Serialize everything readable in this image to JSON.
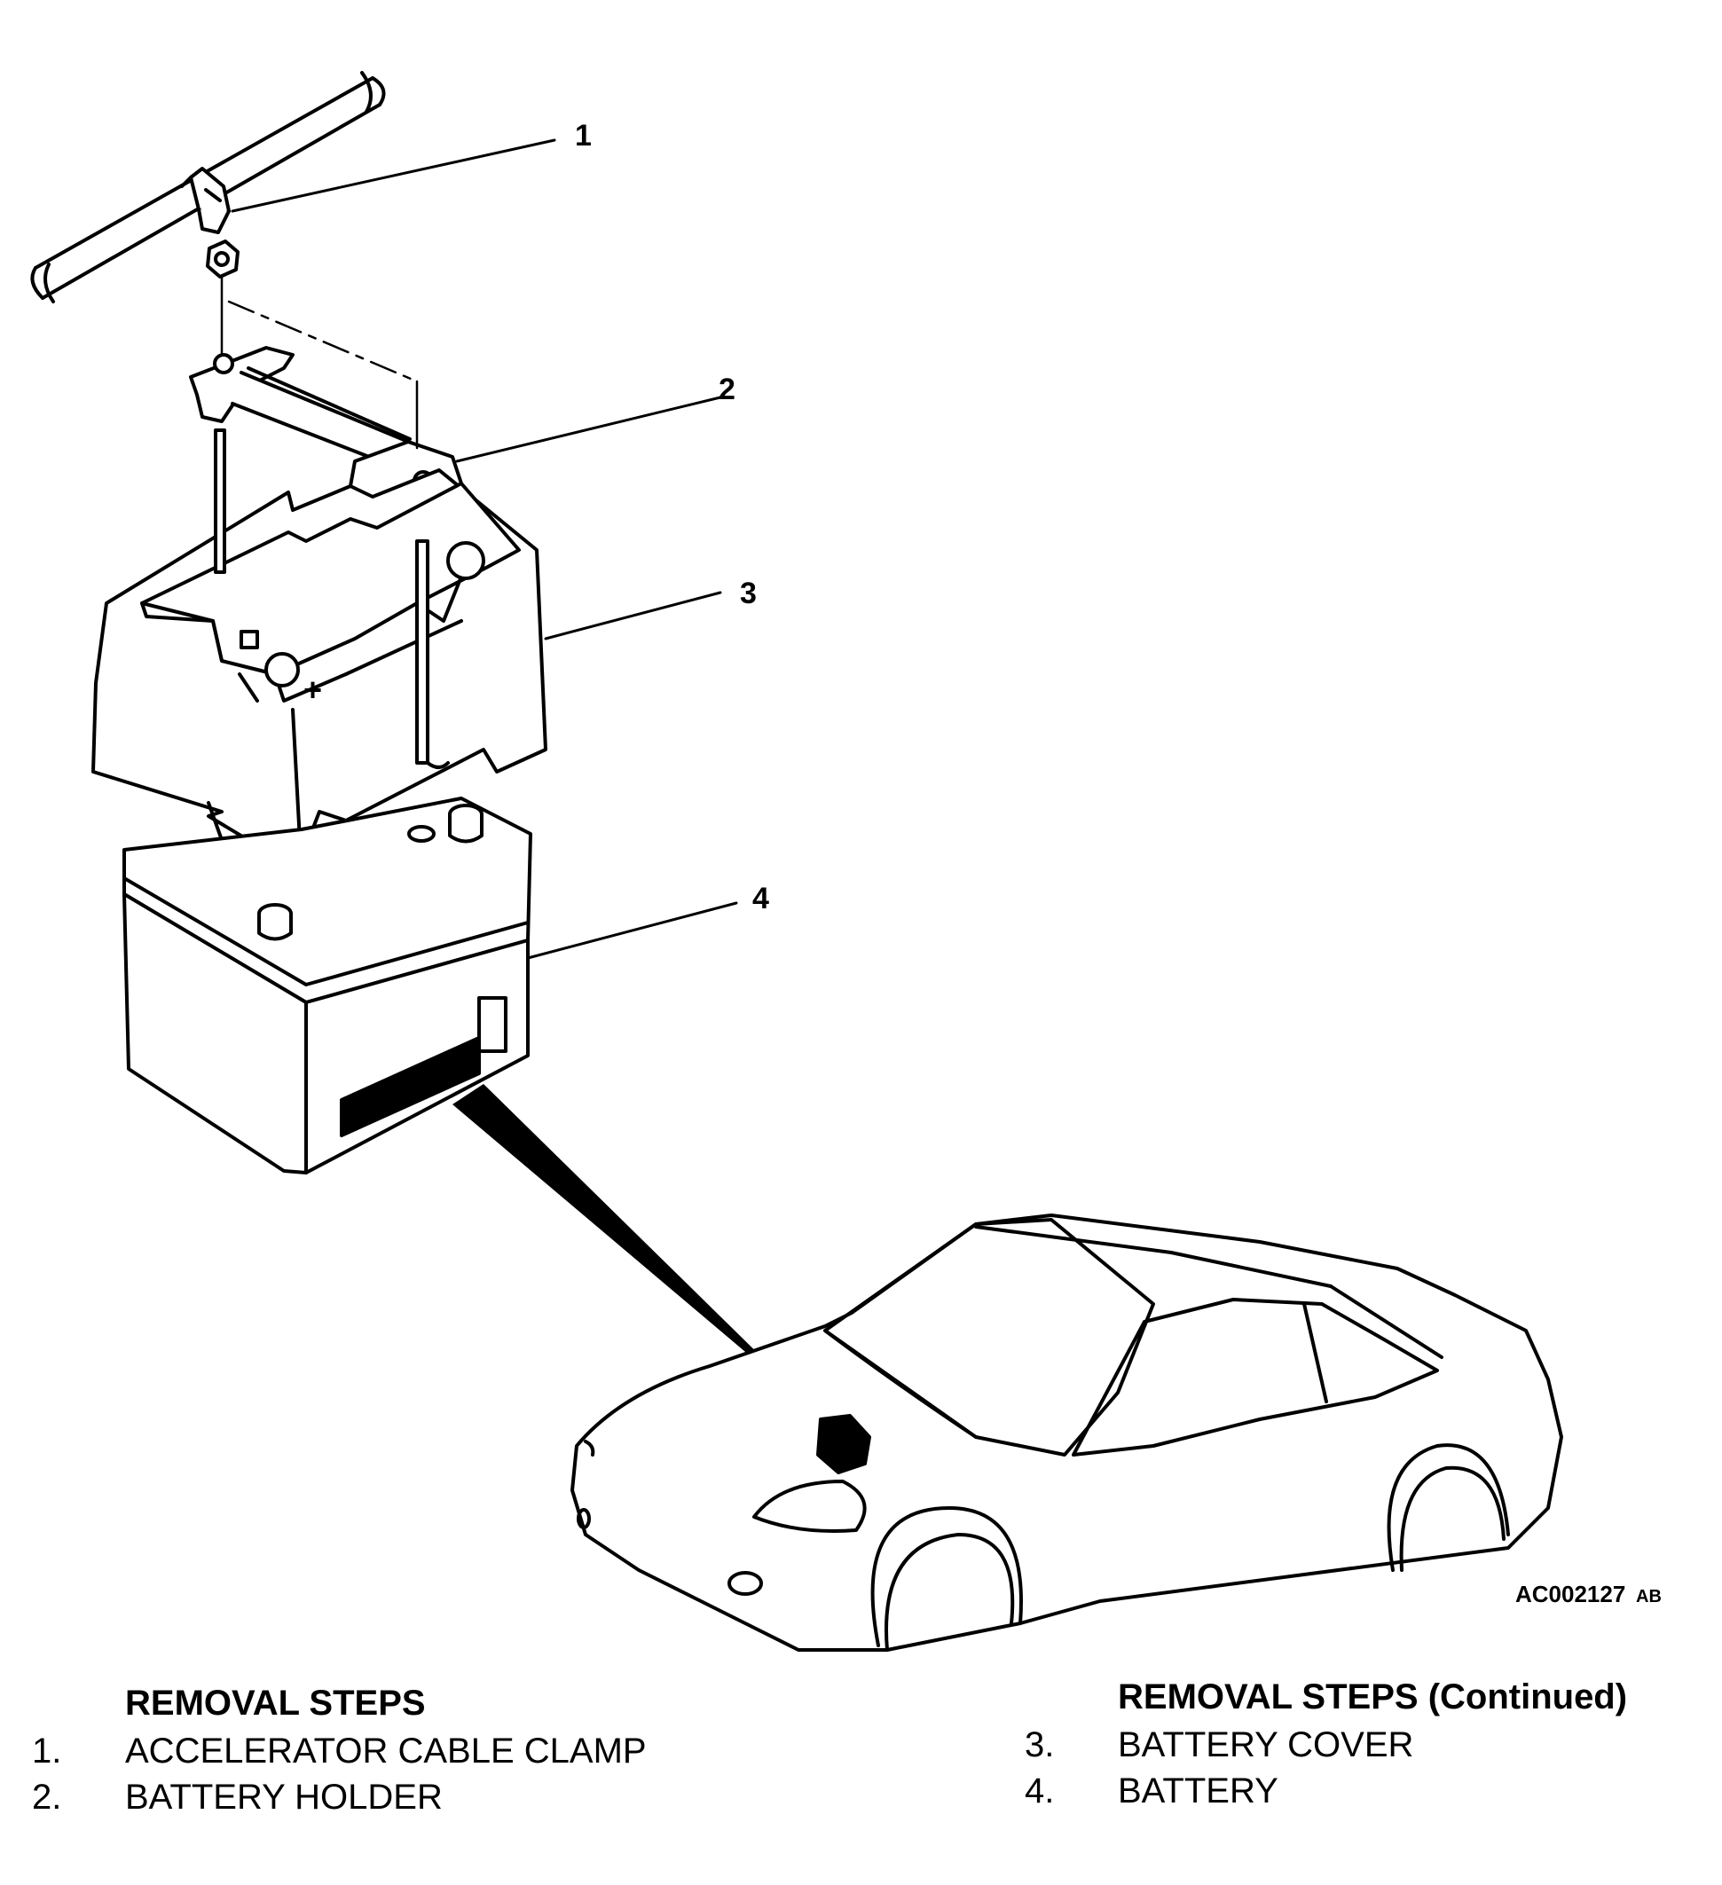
{
  "callouts": [
    {
      "number": "1"
    },
    {
      "number": "2"
    },
    {
      "number": "3"
    },
    {
      "number": "4"
    }
  ],
  "figure_code": "AC002127",
  "figure_code_suffix": "AB",
  "steps_left": {
    "title": "REMOVAL STEPS",
    "items": [
      {
        "num": "1.",
        "label": "ACCELERATOR CABLE CLAMP"
      },
      {
        "num": "2.",
        "label": "BATTERY HOLDER"
      }
    ]
  },
  "steps_right": {
    "title": "REMOVAL STEPS (Continued)",
    "items": [
      {
        "num": "3.",
        "label": "BATTERY COVER"
      },
      {
        "num": "4.",
        "label": "BATTERY"
      }
    ]
  }
}
